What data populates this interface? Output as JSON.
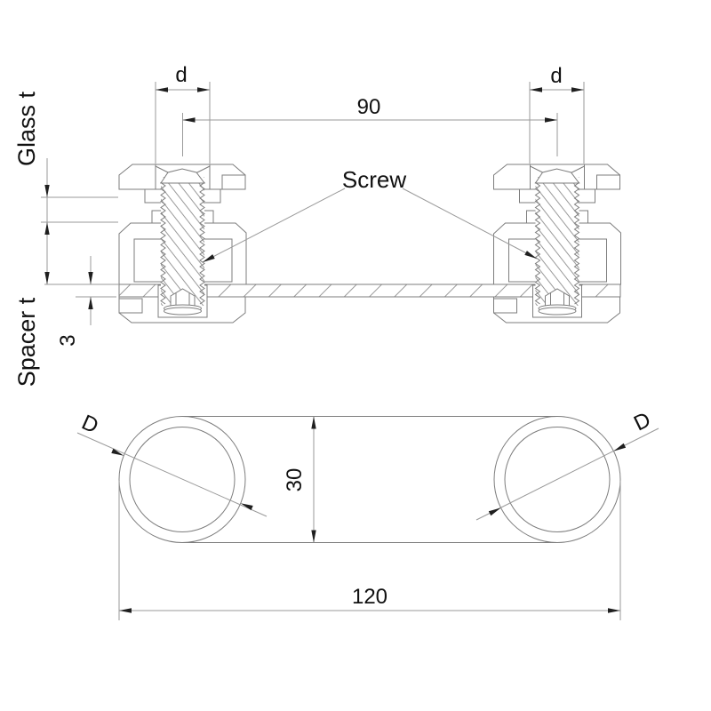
{
  "drawing": {
    "line_color": "#7d7d7d",
    "dim_line_color": "#9a9a9a",
    "text_color": "#111111",
    "background": "#ffffff"
  },
  "section_view": {
    "dim_d_left": "d",
    "dim_d_right": "d",
    "dim_screw_spacing": "90",
    "screw_label": "Screw",
    "glass_thickness_label": "Glass t",
    "spacer_thickness_label": "Spacer t",
    "plate_thickness": "3"
  },
  "plan_view": {
    "dim_diameter_left": "D",
    "dim_diameter_right": "D",
    "dim_height": "30",
    "dim_width": "120"
  }
}
